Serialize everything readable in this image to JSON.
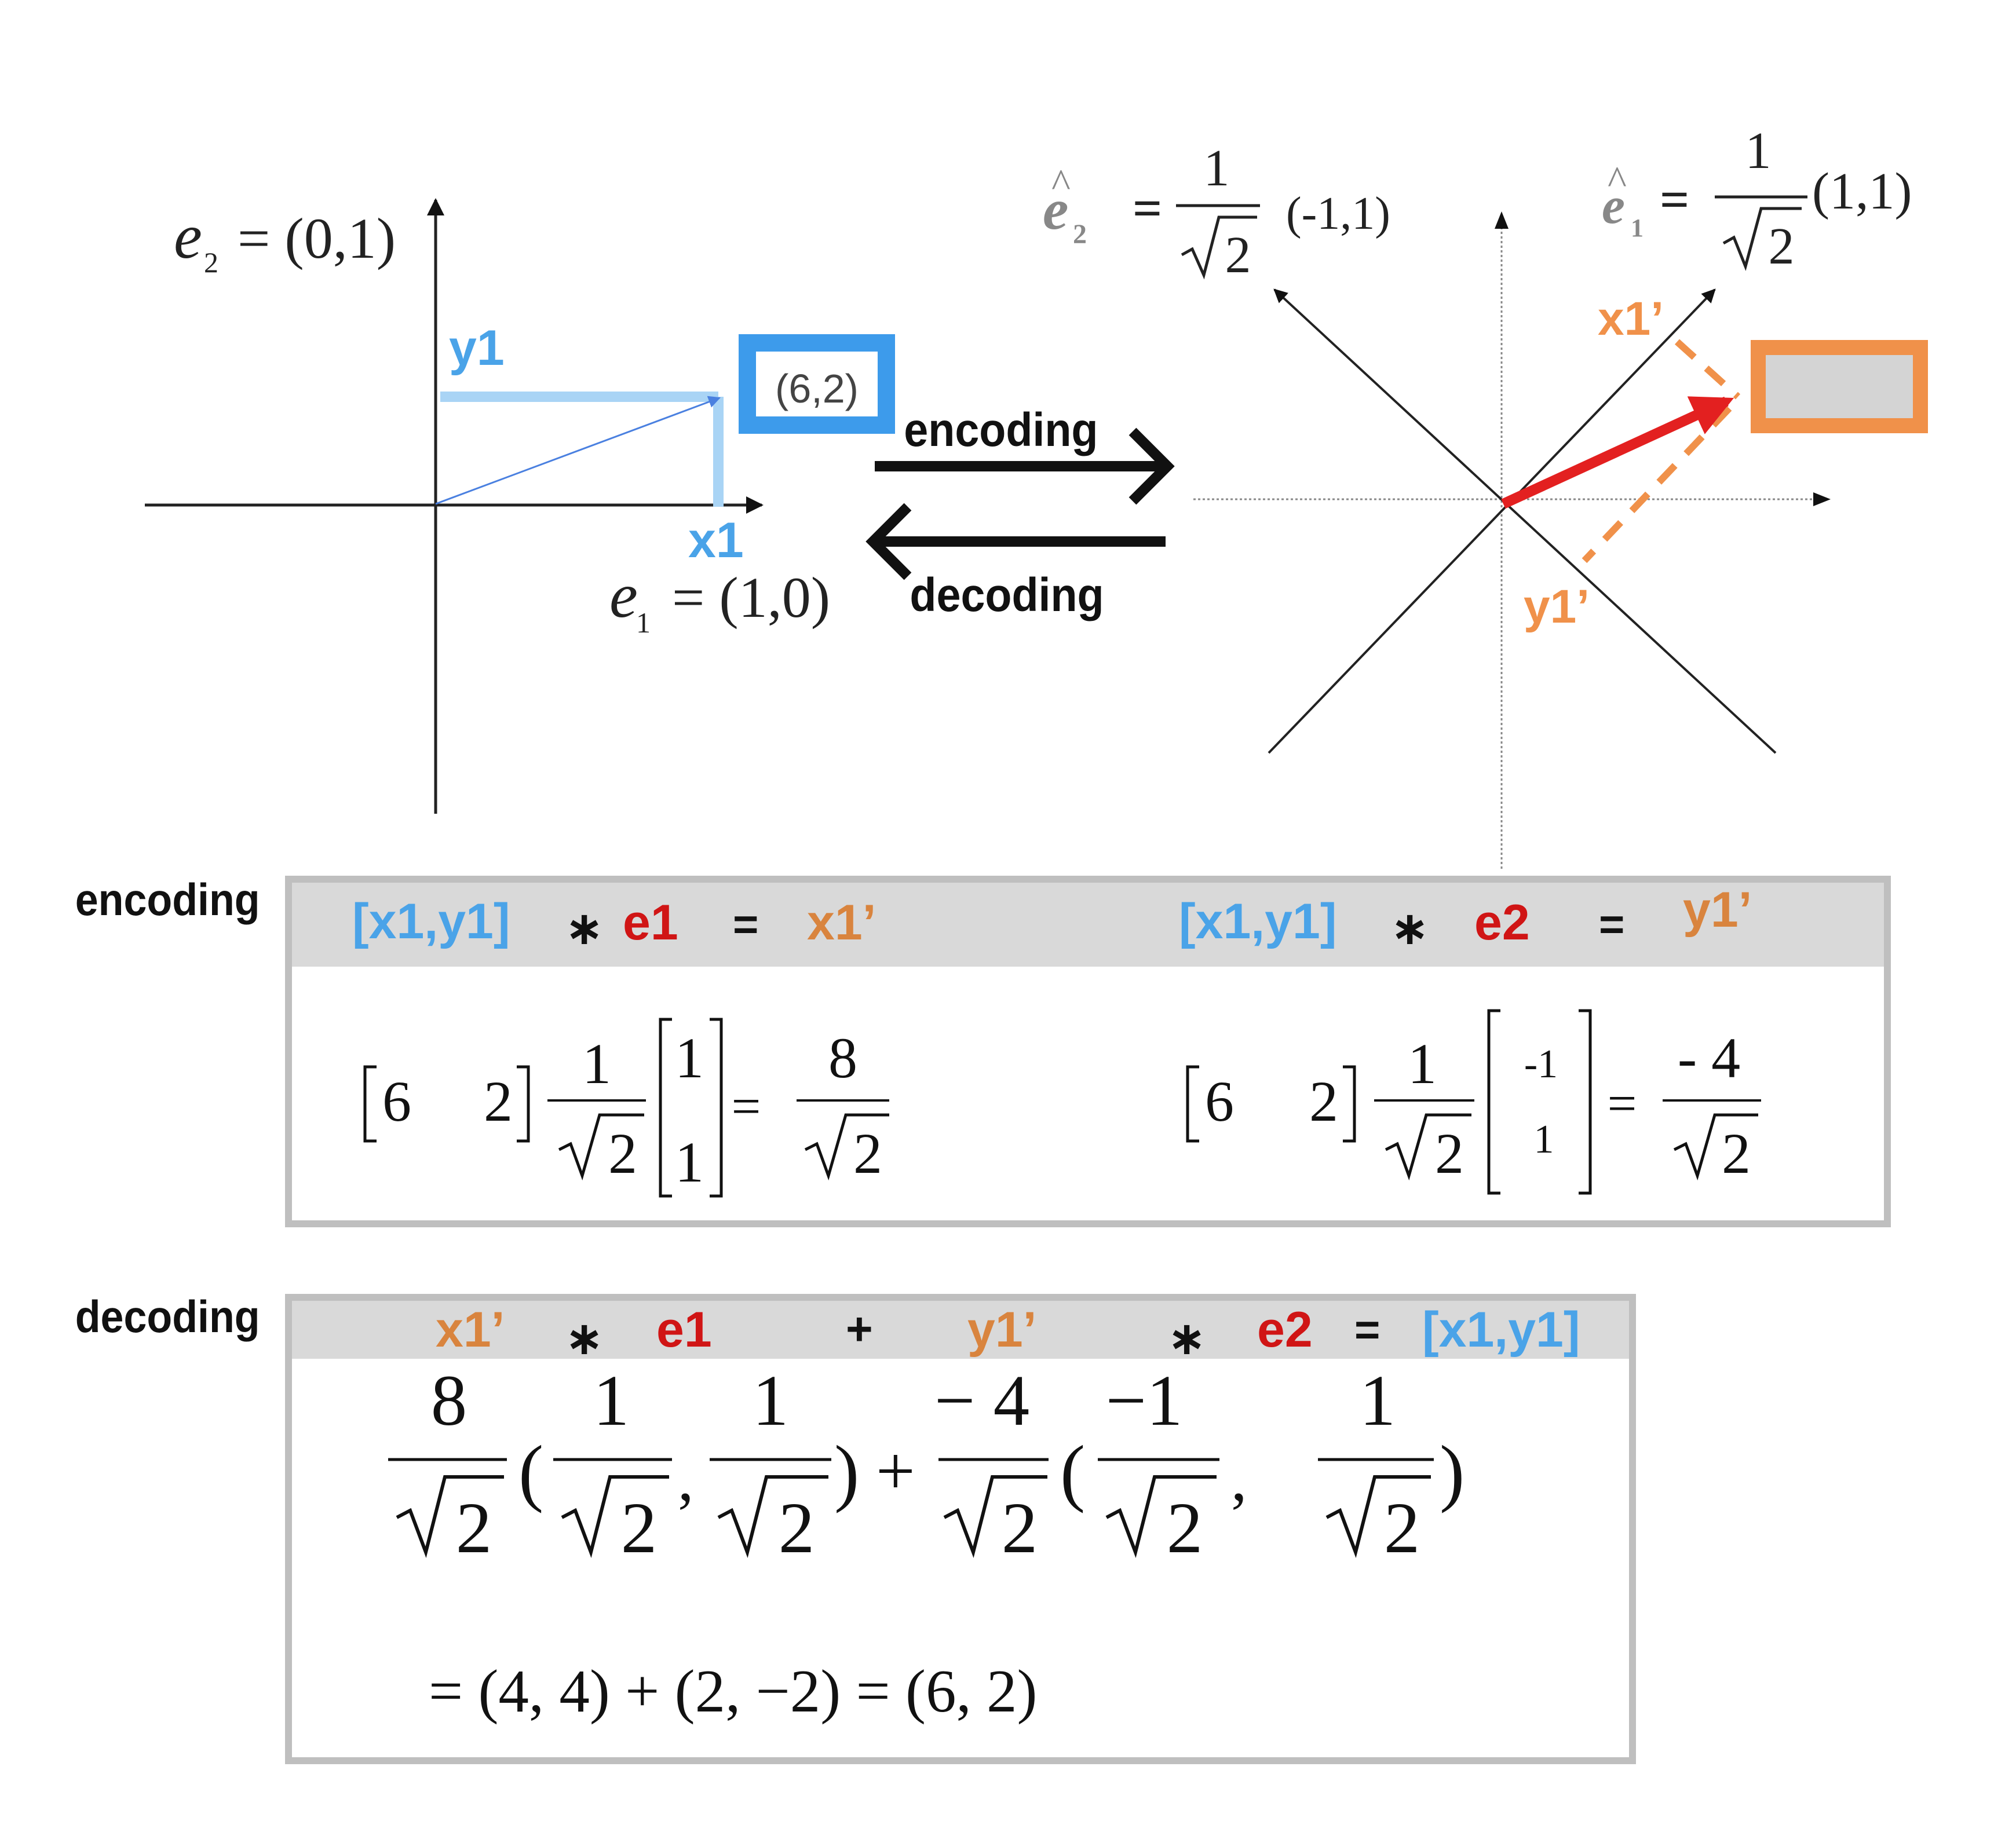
{
  "colors": {
    "blue": "#4AA3E8",
    "light_blue": "#A9D4F5",
    "orange": "#F0914A",
    "label_orange": "#D9843E",
    "red": "#E32020",
    "dark_red": "#D01515",
    "gray_bar": "#D9D9D9",
    "frame": "#BFBFBF",
    "black": "#111111"
  },
  "left_plot": {
    "e2_base": "e",
    "e2_sub": "2",
    "e2_value": "= (0,1)",
    "e1_base": "e",
    "e1_sub": "1",
    "e1_value": "= (1,0)",
    "y_label": "y1",
    "x_label": "x1",
    "point_label": "(6,2)"
  },
  "arrows": {
    "encoding": "encoding",
    "decoding": "decoding"
  },
  "right_plot": {
    "e2_base": "e",
    "e2_sub": "2",
    "e2_hat": "^",
    "e2_eq": "=",
    "e2_num": "1",
    "e2_den": "2",
    "e2_vec": "(-1,1)",
    "e1_base": "e",
    "e1_sub": "1",
    "e1_hat": "^",
    "e1_eq": "=",
    "e1_num": "1",
    "e1_den": "2",
    "e1_vec": "(1,1)",
    "x_prime_label": "x1’",
    "y_prime_label": "y1’"
  },
  "encoding_panel": {
    "side_label": "encoding",
    "left_formula": {
      "vec": "[x1,y1]",
      "op": "∗",
      "basis": "e1",
      "eq": "=",
      "result": "x1’"
    },
    "right_formula": {
      "vec": "[x1,y1]",
      "op": "∗",
      "basis": "e2",
      "eq": "=",
      "result": "y1’"
    },
    "left_math": {
      "row_vector_a": "6",
      "row_vector_b": "2",
      "coef_num": "1",
      "coef_den": "2",
      "col_top": "1",
      "col_bottom": "1",
      "eq": "=",
      "res_num": "8",
      "res_den": "2"
    },
    "right_math": {
      "row_vector_a": "6",
      "row_vector_b": "2",
      "coef_num": "1",
      "coef_den": "2",
      "col_top": "-1",
      "col_bottom": "1",
      "eq": "=",
      "res_num": "- 4",
      "res_den": "2"
    }
  },
  "decoding_panel": {
    "side_label": "decoding",
    "formula": {
      "x_prime": "x1’",
      "op1": "∗",
      "basis1": "e1",
      "plus": "+",
      "y_prime": "y1’",
      "op2": "∗",
      "basis2": "e2",
      "eq": "=",
      "result": "[x1,y1]"
    },
    "math": {
      "f1_num": "8",
      "f1_den": "2",
      "t1a_num": "1",
      "t1a_den": "2",
      "t1b_num": "1",
      "t1b_den": "2",
      "plus": "+",
      "f2_num": "− 4",
      "f2_den": "2",
      "t2a_num": "−1",
      "t2a_den": "2",
      "t2b_num": "1",
      "t2b_den": "2",
      "result_line": "= (4, 4) + (2, −2) = (6, 2)"
    }
  }
}
